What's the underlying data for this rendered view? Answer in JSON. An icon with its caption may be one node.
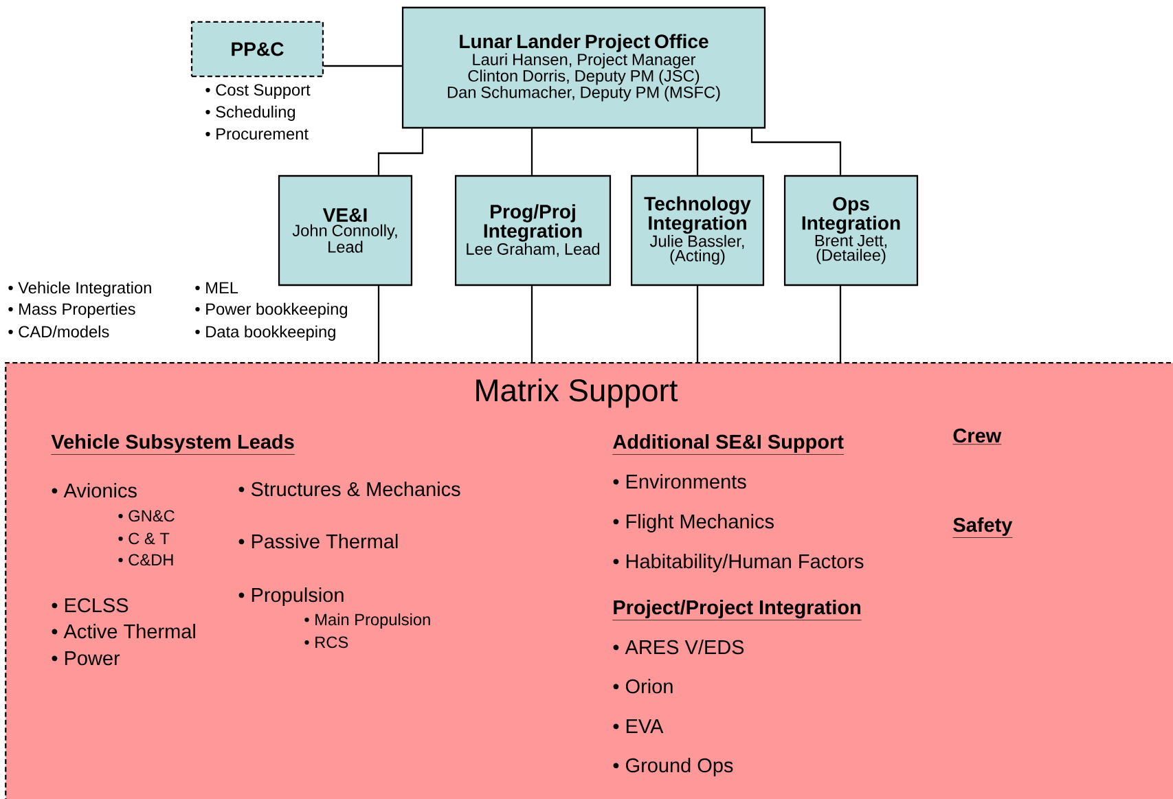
{
  "diagram": {
    "nodes": [
      {
        "text": [
          "PP&C"
        ],
        "beside": [
          "• Cost Support",
          "• Scheduling",
          "• Procurement"
        ]
      },
      {
        "text": [
          "Lunar Lander Project Office",
          "Lauri Hansen, Project Manager",
          "Clinton Dorris, Deputy PM (JSC)",
          "Dan Schumacher, Deputy PM (MSFC)"
        ]
      },
      {
        "text": [
          "VE&I",
          "John Connolly, Lead"
        ],
        "beside": [
          "• Vehicle Integration",
          "• Mass Properties",
          "• CAD/models",
          "• MEL",
          "• Power bookkeeping",
          "• Data bookkeeping"
        ]
      },
      {
        "text": [
          "Prog/Proj Integration",
          "Lee Graham, Lead"
        ]
      },
      {
        "text": [
          "Technology Integration",
          "Julie Bassler, (Acting)"
        ]
      },
      {
        "text": [
          "Ops Integration",
          "Brent Jett, (Detailee)"
        ]
      },
      {
        "text": [
          "Matrix Support",
          "Vehicle Subsystem Leads",
          "• Avionics",
          "• GN&C",
          "• C & T",
          "• C&DH",
          "• ECLSS",
          "• Active Thermal",
          "• Power",
          "• Structures & Mechanics",
          "• Passive Thermal",
          "• Propulsion",
          "• Main Propulsion",
          "• RCS",
          "Additional SE&I Support",
          "• Environments",
          "• Flight Mechanics",
          "• Habitability/Human Factors",
          "Project/Project Integration",
          "• ARES V/EDS",
          "• Orion",
          "• EVA",
          "• Ground Ops",
          "Crew",
          "Safety"
        ]
      }
    ],
    "edges": [
      {
        "from": 0,
        "to": 1,
        "arrow": "none"
      },
      {
        "from": 1,
        "to": 2,
        "arrow": "none"
      },
      {
        "from": 1,
        "to": 3,
        "arrow": "none"
      },
      {
        "from": 1,
        "to": 4,
        "arrow": "none"
      },
      {
        "from": 1,
        "to": 5,
        "arrow": "none"
      },
      {
        "from": 2,
        "to": 6,
        "arrow": "none"
      },
      {
        "from": 3,
        "to": 6,
        "arrow": "none"
      },
      {
        "from": 4,
        "to": 6,
        "arrow": "none"
      },
      {
        "from": 5,
        "to": 6,
        "arrow": "none"
      }
    ]
  }
}
